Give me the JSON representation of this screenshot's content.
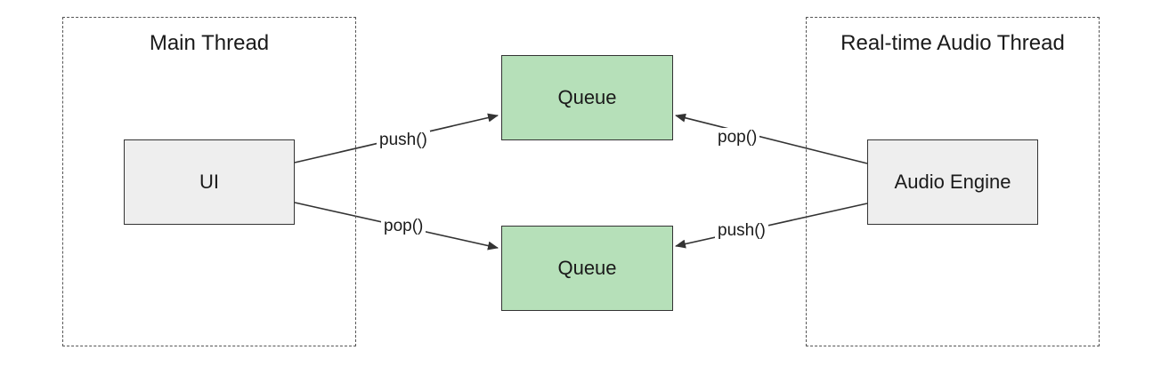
{
  "groups": {
    "main": {
      "title": "Main Thread"
    },
    "audio": {
      "title": "Real-time Audio Thread"
    }
  },
  "nodes": {
    "ui": "UI",
    "queue_top": "Queue",
    "queue_bottom": "Queue",
    "audio_engine": "Audio Engine"
  },
  "edges": {
    "ui_to_queue_top": "push()",
    "queue_bottom_to_ui": "pop()",
    "queue_top_to_engine": "pop()",
    "engine_to_queue_bottom": "push()"
  },
  "colors": {
    "queue_fill": "#b6e0b9",
    "component_fill": "#eeeeee",
    "line": "#333333"
  }
}
